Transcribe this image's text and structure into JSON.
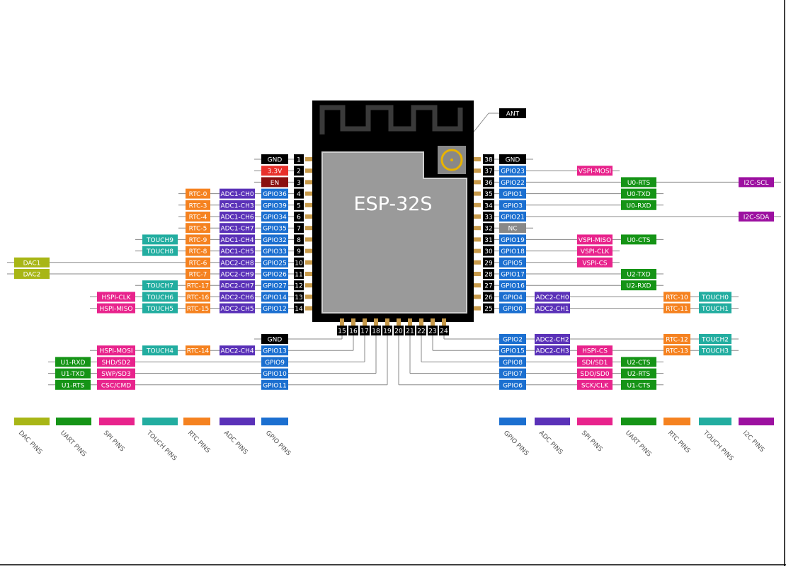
{
  "module": {
    "title": "ESP-32S",
    "antenna_label": "ANT"
  },
  "colors": {
    "gpio": "#1b6fd0",
    "adc": "#5a31b8",
    "rtc": "#f58220",
    "touch": "#22ada0",
    "spi": "#e8238c",
    "uart": "#159416",
    "dac": "#a8b616",
    "i2c": "#9c10a0",
    "black": "#000000",
    "red": "#e8302b",
    "darkred": "#8a1010",
    "gray": "#888888"
  },
  "pins_left": [
    {
      "num": "1",
      "labels": [
        {
          "t": "GND",
          "c": "black"
        }
      ]
    },
    {
      "num": "2",
      "labels": [
        {
          "t": "3.3V",
          "c": "red"
        }
      ]
    },
    {
      "num": "3",
      "labels": [
        {
          "t": "EN",
          "c": "darkred"
        }
      ]
    },
    {
      "num": "4",
      "labels": [
        {
          "t": "GPIO36",
          "c": "gpio"
        },
        {
          "t": "ADC1-CH0",
          "c": "adc"
        },
        {
          "t": "RTC-0",
          "c": "rtc"
        }
      ]
    },
    {
      "num": "5",
      "labels": [
        {
          "t": "GPIO39",
          "c": "gpio"
        },
        {
          "t": "ADC1-CH3",
          "c": "adc"
        },
        {
          "t": "RTC-3",
          "c": "rtc"
        }
      ]
    },
    {
      "num": "6",
      "labels": [
        {
          "t": "GPIO34",
          "c": "gpio"
        },
        {
          "t": "ADC1-CH6",
          "c": "adc"
        },
        {
          "t": "RTC-4",
          "c": "rtc"
        }
      ]
    },
    {
      "num": "7",
      "labels": [
        {
          "t": "GPIO35",
          "c": "gpio"
        },
        {
          "t": "ADC1-CH7",
          "c": "adc"
        },
        {
          "t": "RTC-5",
          "c": "rtc"
        }
      ]
    },
    {
      "num": "8",
      "labels": [
        {
          "t": "GPIO32",
          "c": "gpio"
        },
        {
          "t": "ADC1-CH4",
          "c": "adc"
        },
        {
          "t": "RTC-9",
          "c": "rtc"
        },
        {
          "t": "TOUCH9",
          "c": "touch"
        }
      ]
    },
    {
      "num": "9",
      "labels": [
        {
          "t": "GPIO33",
          "c": "gpio"
        },
        {
          "t": "ADC1-CH5",
          "c": "adc"
        },
        {
          "t": "RTC-8",
          "c": "rtc"
        },
        {
          "t": "TOUCH8",
          "c": "touch"
        }
      ]
    },
    {
      "num": "10",
      "labels": [
        {
          "t": "GPIO25",
          "c": "gpio"
        },
        {
          "t": "ADC2-CH8",
          "c": "adc"
        },
        {
          "t": "RTC-6",
          "c": "rtc"
        },
        {
          "t": "DAC1",
          "c": "dac",
          "far": true
        }
      ]
    },
    {
      "num": "11",
      "labels": [
        {
          "t": "GPIO26",
          "c": "gpio"
        },
        {
          "t": "ADC2-CH9",
          "c": "adc"
        },
        {
          "t": "RTC-7",
          "c": "rtc"
        },
        {
          "t": "DAC2",
          "c": "dac",
          "far": true
        }
      ]
    },
    {
      "num": "12",
      "labels": [
        {
          "t": "GPIO27",
          "c": "gpio"
        },
        {
          "t": "ADC2-CH7",
          "c": "adc"
        },
        {
          "t": "RTC-17",
          "c": "rtc"
        },
        {
          "t": "TOUCH7",
          "c": "touch"
        }
      ]
    },
    {
      "num": "13",
      "labels": [
        {
          "t": "GPIO14",
          "c": "gpio"
        },
        {
          "t": "ADC2-CH6",
          "c": "adc"
        },
        {
          "t": "RTC-16",
          "c": "rtc"
        },
        {
          "t": "TOUCH6",
          "c": "touch"
        },
        {
          "t": "HSPI-CLK",
          "c": "spi"
        }
      ]
    },
    {
      "num": "14",
      "labels": [
        {
          "t": "GPIO12",
          "c": "gpio"
        },
        {
          "t": "ADC2-CH5",
          "c": "adc"
        },
        {
          "t": "RTC-15",
          "c": "rtc"
        },
        {
          "t": "TOUCH5",
          "c": "touch"
        },
        {
          "t": "HSPI-MISO",
          "c": "spi"
        }
      ]
    }
  ],
  "pins_right": [
    {
      "num": "38",
      "labels": [
        {
          "t": "GND",
          "c": "black"
        }
      ]
    },
    {
      "num": "37",
      "labels": [
        {
          "t": "GPIO23",
          "c": "gpio"
        },
        {
          "t": "VSPI-MOSI",
          "c": "spi",
          "col": 2
        }
      ]
    },
    {
      "num": "36",
      "labels": [
        {
          "t": "GPIO22",
          "c": "gpio"
        },
        {
          "t": "U0-RTS",
          "c": "uart",
          "col": 3
        },
        {
          "t": "I2C-SCL",
          "c": "i2c",
          "far": true
        }
      ]
    },
    {
      "num": "35",
      "labels": [
        {
          "t": "GPIO1",
          "c": "gpio"
        },
        {
          "t": "U0-TXD",
          "c": "uart",
          "col": 3
        }
      ]
    },
    {
      "num": "34",
      "labels": [
        {
          "t": "GPIO3",
          "c": "gpio"
        },
        {
          "t": "U0-RXD",
          "c": "uart",
          "col": 3
        }
      ]
    },
    {
      "num": "33",
      "labels": [
        {
          "t": "GPIO21",
          "c": "gpio"
        },
        {
          "t": "I2C-SDA",
          "c": "i2c",
          "far": true
        }
      ]
    },
    {
      "num": "32",
      "labels": [
        {
          "t": "NC",
          "c": "gray"
        }
      ]
    },
    {
      "num": "31",
      "labels": [
        {
          "t": "GPIO19",
          "c": "gpio"
        },
        {
          "t": "VSPI-MISO",
          "c": "spi",
          "col": 2
        },
        {
          "t": "U0-CTS",
          "c": "uart",
          "col": 3
        }
      ]
    },
    {
      "num": "30",
      "labels": [
        {
          "t": "GPIO18",
          "c": "gpio"
        },
        {
          "t": "VSPI-CLK",
          "c": "spi",
          "col": 2
        }
      ]
    },
    {
      "num": "29",
      "labels": [
        {
          "t": "GPIO5",
          "c": "gpio"
        },
        {
          "t": "VSPI-CS",
          "c": "spi",
          "col": 2
        }
      ]
    },
    {
      "num": "28",
      "labels": [
        {
          "t": "GPIO17",
          "c": "gpio"
        },
        {
          "t": "U2-TXD",
          "c": "uart",
          "col": 3
        }
      ]
    },
    {
      "num": "27",
      "labels": [
        {
          "t": "GPIO16",
          "c": "gpio"
        },
        {
          "t": "U2-RXD",
          "c": "uart",
          "col": 3
        }
      ]
    },
    {
      "num": "26",
      "labels": [
        {
          "t": "GPIO4",
          "c": "gpio"
        },
        {
          "t": "ADC2-CH0",
          "c": "adc",
          "col": 1
        },
        {
          "t": "RTC-10",
          "c": "rtc",
          "col": 4
        },
        {
          "t": "TOUCH0",
          "c": "touch",
          "col": 5
        }
      ]
    },
    {
      "num": "25",
      "labels": [
        {
          "t": "GPIO0",
          "c": "gpio"
        },
        {
          "t": "ADC2-CH1",
          "c": "adc",
          "col": 1
        },
        {
          "t": "RTC-11",
          "c": "rtc",
          "col": 4
        },
        {
          "t": "TOUCH1",
          "c": "touch",
          "col": 5
        }
      ]
    }
  ],
  "pins_bottom": [
    "15",
    "16",
    "17",
    "18",
    "19",
    "20",
    "21",
    "22",
    "23",
    "24"
  ],
  "bottom_left_rows": [
    {
      "labels": [
        {
          "t": "GND",
          "c": "black"
        }
      ]
    },
    {
      "labels": [
        {
          "t": "GPIO13",
          "c": "gpio"
        },
        {
          "t": "ADC2-CH4",
          "c": "adc"
        },
        {
          "t": "RTC-14",
          "c": "rtc"
        },
        {
          "t": "TOUCH4",
          "c": "touch"
        },
        {
          "t": "HSPI-MOSI",
          "c": "spi"
        }
      ]
    },
    {
      "labels": [
        {
          "t": "GPIO9",
          "c": "gpio"
        },
        {
          "t": "SHD/SD2",
          "c": "spi"
        },
        {
          "t": "U1-RXD",
          "c": "uart"
        }
      ]
    },
    {
      "labels": [
        {
          "t": "GPIO10",
          "c": "gpio"
        },
        {
          "t": "SWP/SD3",
          "c": "spi"
        },
        {
          "t": "U1-TXD",
          "c": "uart"
        }
      ]
    },
    {
      "labels": [
        {
          "t": "GPIO11",
          "c": "gpio"
        },
        {
          "t": "CSC/CMD",
          "c": "spi"
        },
        {
          "t": "U1-RTS",
          "c": "uart"
        }
      ]
    }
  ],
  "bottom_right_rows": [
    {
      "labels": [
        {
          "t": "GPIO2",
          "c": "gpio"
        },
        {
          "t": "ADC2-CH2",
          "c": "adc",
          "col": 1
        },
        {
          "t": "RTC-12",
          "c": "rtc",
          "col": 4
        },
        {
          "t": "TOUCH2",
          "c": "touch",
          "col": 5
        }
      ]
    },
    {
      "labels": [
        {
          "t": "GPIO15",
          "c": "gpio"
        },
        {
          "t": "ADC2-CH3",
          "c": "adc",
          "col": 1
        },
        {
          "t": "HSPI-CS",
          "c": "spi",
          "col": 2
        },
        {
          "t": "RTC-13",
          "c": "rtc",
          "col": 4
        },
        {
          "t": "TOUCH3",
          "c": "touch",
          "col": 5
        }
      ]
    },
    {
      "labels": [
        {
          "t": "GPIO8",
          "c": "gpio"
        },
        {
          "t": "SDI/SD1",
          "c": "spi",
          "col": 2
        },
        {
          "t": "U2-CTS",
          "c": "uart",
          "col": 3
        }
      ]
    },
    {
      "labels": [
        {
          "t": "GPIO7",
          "c": "gpio"
        },
        {
          "t": "SDO/SD0",
          "c": "spi",
          "col": 2
        },
        {
          "t": "U2-RTS",
          "c": "uart",
          "col": 3
        }
      ]
    },
    {
      "labels": [
        {
          "t": "GPIO6",
          "c": "gpio"
        },
        {
          "t": "SCK/CLK",
          "c": "spi",
          "col": 2
        },
        {
          "t": "U1-CTS",
          "c": "uart",
          "col": 3
        }
      ]
    }
  ],
  "legend_left": [
    {
      "t": "DAC PINS",
      "c": "dac"
    },
    {
      "t": "UART PINS",
      "c": "uart"
    },
    {
      "t": "SPI PINS",
      "c": "spi"
    },
    {
      "t": "TOUCH PINS",
      "c": "touch"
    },
    {
      "t": "RTC PINS",
      "c": "rtc"
    },
    {
      "t": "ADC PINS",
      "c": "adc"
    },
    {
      "t": "GPIO PINS",
      "c": "gpio"
    }
  ],
  "legend_right": [
    {
      "t": "GPIO PINS",
      "c": "gpio"
    },
    {
      "t": "ADC PINS",
      "c": "adc"
    },
    {
      "t": "SPI PINS",
      "c": "spi"
    },
    {
      "t": "UART PINS",
      "c": "uart"
    },
    {
      "t": "RTC PINS",
      "c": "rtc"
    },
    {
      "t": "TOUCH PINS",
      "c": "touch"
    },
    {
      "t": "I2C PINS",
      "c": "i2c"
    }
  ]
}
